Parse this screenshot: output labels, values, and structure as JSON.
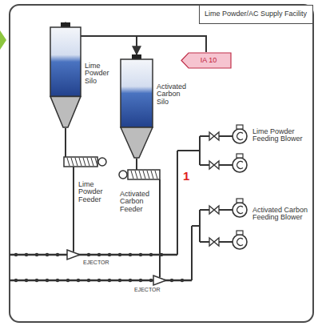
{
  "diagram": {
    "nodes": [
      {
        "text": [
          "Lime Powder/AC Supply Facility"
        ]
      },
      {
        "text": [
          "IA 10"
        ]
      },
      {
        "text": [
          "Lime Powder Silo"
        ]
      },
      {
        "text": [
          "Activated Carbon Silo"
        ]
      }
    ],
    "edges": [
      {
        "from": 1,
        "to": 2,
        "arrow": "to"
      },
      {
        "from": 1,
        "to": 3,
        "arrow": "to"
      }
    ],
    "labels": [
      "Lime Powder Feeder",
      "Activated Carbon Feeder",
      "EJECTOR",
      "EJECTOR",
      "Lime Powder Feeding Blower",
      "Activated Carbon Feeding Blower",
      "1"
    ]
  }
}
